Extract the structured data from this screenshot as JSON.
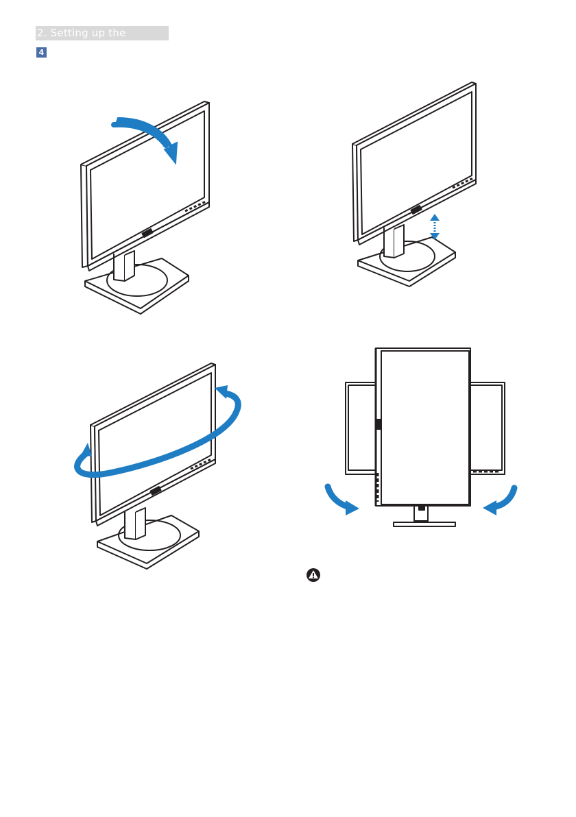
{
  "section": {
    "title": "2. Setting up the monitor",
    "step_number": "4"
  },
  "colors": {
    "header_bg": "#d9d9d9",
    "step_badge_bg": "#4a6ea8",
    "arrow_blue": "#1f7dc4",
    "outline": "#231f20"
  },
  "figures": [
    {
      "id": "tilt",
      "icon": "tilt-arrow-icon"
    },
    {
      "id": "height-adjustment",
      "icon": "height-arrow-icon"
    },
    {
      "id": "swivel",
      "icon": "swivel-arrow-icon"
    },
    {
      "id": "pivot",
      "icon": "pivot-arrow-icon"
    }
  ],
  "warning": {
    "icon": "warning-icon"
  }
}
